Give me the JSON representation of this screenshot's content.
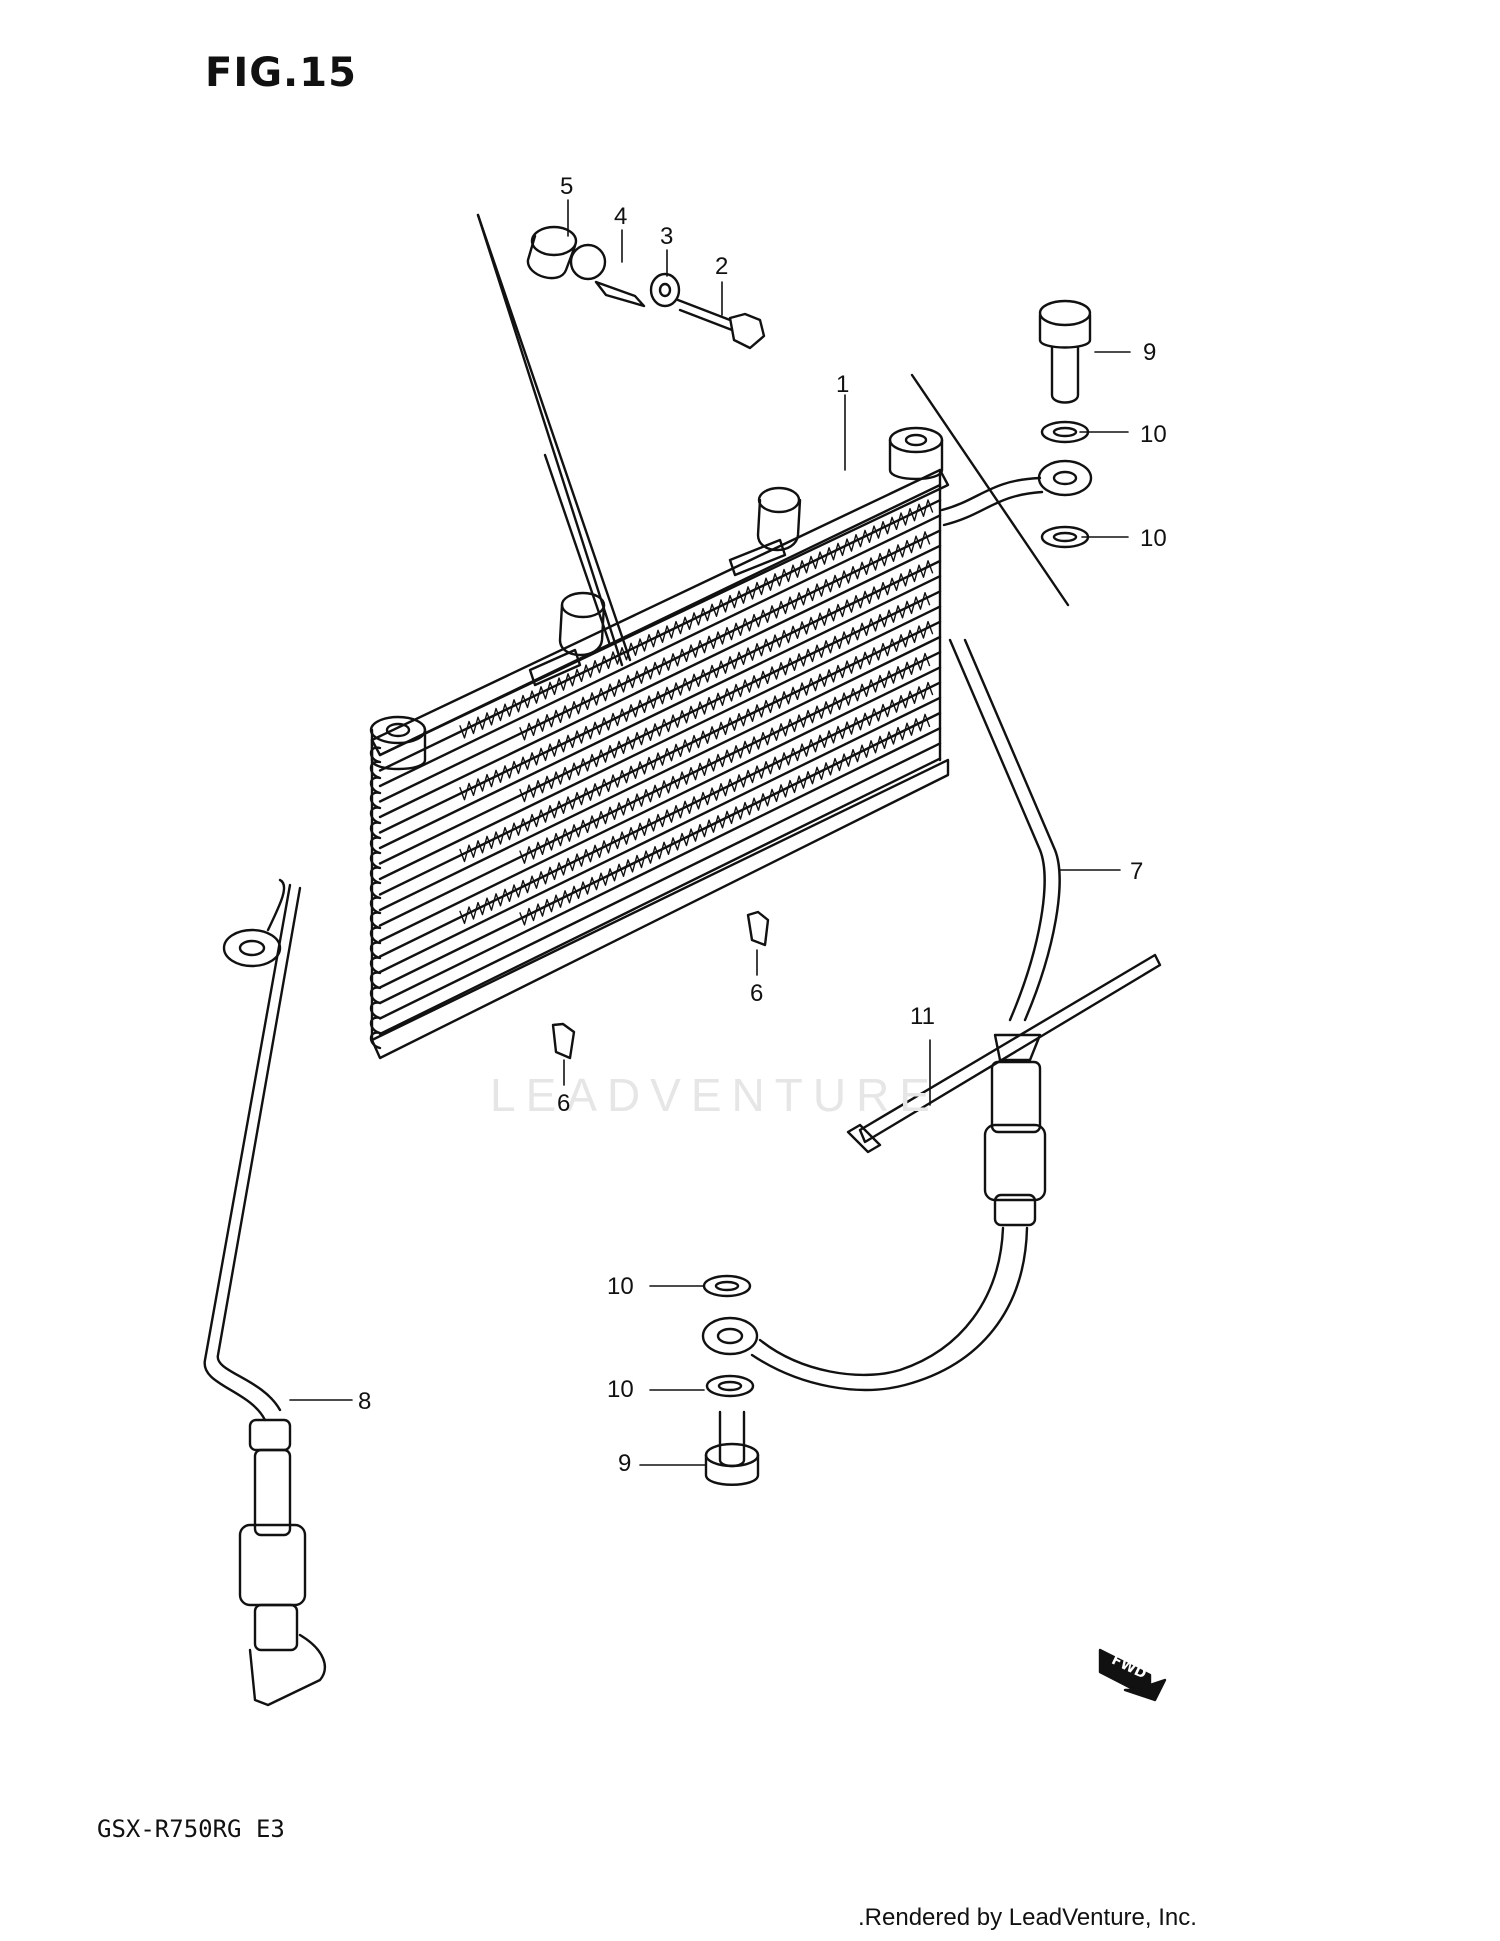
{
  "figure": {
    "title": "FIG.15",
    "model_code": "GSX-R750RG E3",
    "footer_credit": ".Rendered by LeadVenture, Inc.",
    "watermark": "LEADVENTURE"
  },
  "callouts": [
    {
      "label": "5"
    },
    {
      "label": "4"
    },
    {
      "label": "3"
    },
    {
      "label": "2"
    },
    {
      "label": "1"
    },
    {
      "label": "9"
    },
    {
      "label": "10"
    },
    {
      "label": "10"
    },
    {
      "label": "7"
    },
    {
      "label": "6"
    },
    {
      "label": "6"
    },
    {
      "label": "11"
    },
    {
      "label": "10"
    },
    {
      "label": "10"
    },
    {
      "label": "9"
    },
    {
      "label": "8"
    }
  ],
  "fwd_badge": {
    "text": "FWD"
  },
  "colors": {
    "ink": "#111111",
    "watermark": "#e6e6e6",
    "background": "#ffffff"
  }
}
